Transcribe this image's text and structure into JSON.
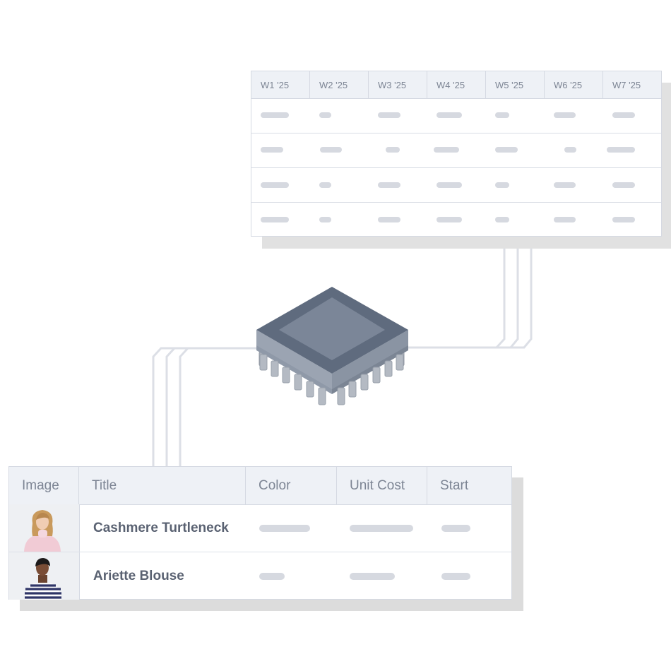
{
  "weekly_table": {
    "columns": [
      "W1 '25",
      "W2 '25",
      "W3 '25",
      "W4 '25",
      "W5 '25",
      "W6 '25",
      "W7 '25"
    ]
  },
  "products_table": {
    "columns": [
      "Image",
      "Title",
      "Color",
      "Unit Cost",
      "Start"
    ],
    "rows": [
      {
        "title": "Cashmere Turtleneck"
      },
      {
        "title": "Ariette Blouse"
      }
    ]
  },
  "icons": {
    "processor": "cpu-chip-icon",
    "row1_image": "woman-pink-turtleneck-photo",
    "row2_image": "woman-striped-sweater-photo"
  },
  "colors": {
    "header_bg": "#eef1f6",
    "placeholder": "#d6d9e0",
    "chip_top": "#5f6b7e",
    "chip_face": "#7b8698"
  }
}
